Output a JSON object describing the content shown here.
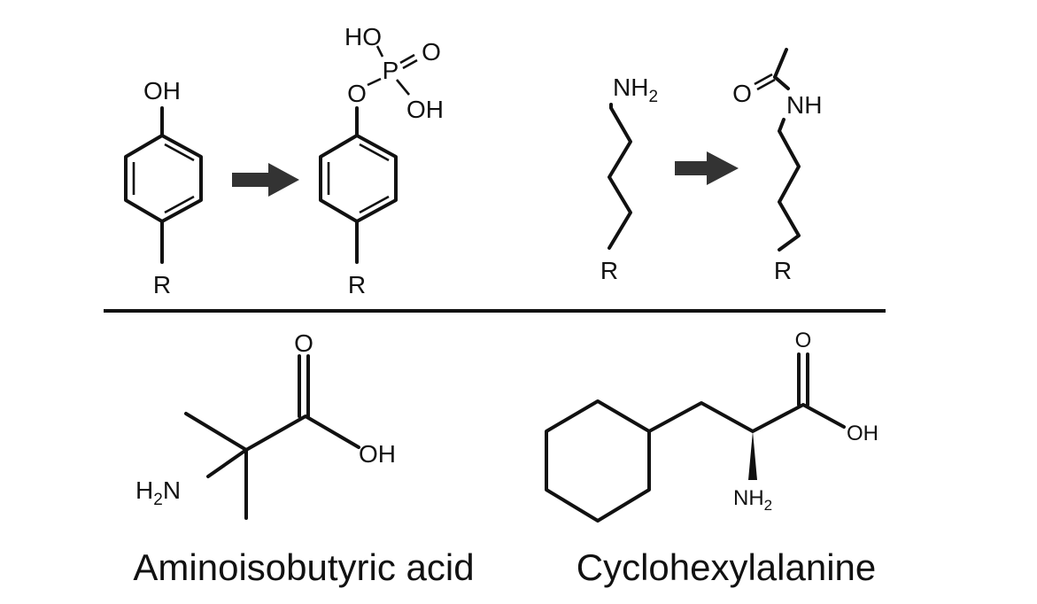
{
  "top_left": {
    "reactant": {
      "group": "OH",
      "r": "R"
    },
    "product": {
      "o": "O",
      "p": "P",
      "ho": "HO",
      "double_o": "O",
      "oh": "OH",
      "r": "R"
    }
  },
  "top_right": {
    "reactant": {
      "amine": "NH",
      "amine_sub": "2",
      "r": "R"
    },
    "product": {
      "o": "O",
      "nh": "NH",
      "r": "R"
    }
  },
  "bottom_left": {
    "name": "Aminoisobutyric acid",
    "o": "O",
    "oh": "OH",
    "amine_h": "H",
    "amine_sub": "2",
    "amine_n": "N"
  },
  "bottom_right": {
    "name": "Cyclohexylalanine",
    "o": "O",
    "oh": "OH",
    "amine": "NH",
    "amine_sub": "2"
  },
  "colors": {
    "ink": "#111111",
    "arrow": "#333333"
  }
}
